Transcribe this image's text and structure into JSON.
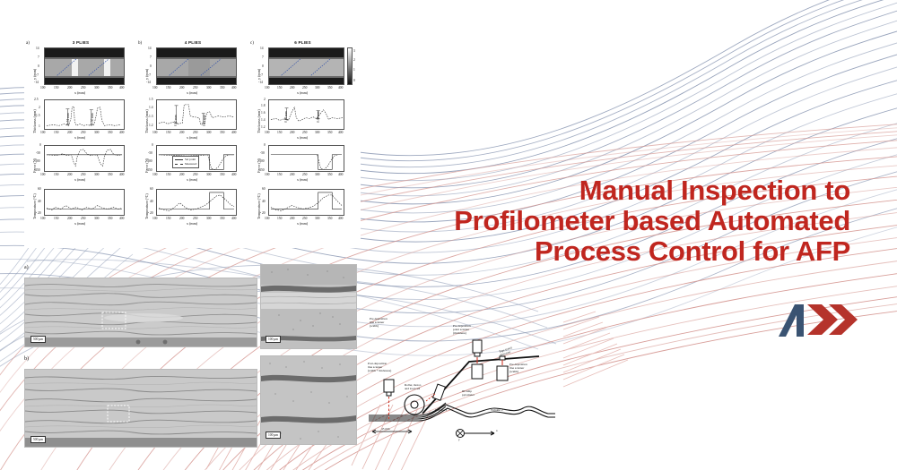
{
  "poster": {
    "title_lines": [
      "Manual Inspection to",
      "Profilometer based Automated",
      "Process Control for AFP"
    ],
    "title_color": "#C0261F",
    "logo_name": "afp-chevron-logo",
    "logo_colors": {
      "navy": "#3A5372",
      "red": "#B5332B"
    },
    "background": {
      "wave_top_color": "#8C99B4",
      "wave_bottom_color": "#D4948E",
      "page_color": "#FFFFFF"
    }
  },
  "figure_top": {
    "caption_letters": [
      "a)",
      "b)",
      "c)"
    ],
    "panel_titles": [
      "3 PLIES",
      "4 PLIES",
      "6 PLIES"
    ],
    "colorbar_ticks": [
      "3",
      "2",
      "1",
      "0"
    ],
    "rows": [
      {
        "row_name": "profilometer-map",
        "ylabel": "y (mm)",
        "xlabel": "x (mm)",
        "xticks": [
          "100",
          "150",
          "200",
          "250",
          "300",
          "350",
          "400"
        ],
        "yticks_by_panel": [
          [
            "14",
            "7",
            "0",
            "-7",
            "-14"
          ],
          [
            "14",
            "7",
            "0",
            "-7",
            "-14"
          ],
          [
            "14",
            "7",
            "0",
            "-7",
            "-14"
          ]
        ]
      },
      {
        "row_name": "thickness-plot",
        "ylabel": "Thickness (mm)",
        "xlabel": "x (mm)",
        "xticks": [
          "100",
          "150",
          "200",
          "250",
          "300",
          "350",
          "400"
        ],
        "yticks_by_panel": [
          [
            "2.5",
            "2",
            "1.5",
            "1"
          ],
          [
            "1.5",
            "1.4",
            "1.3",
            "1.2"
          ],
          [
            "2",
            "1.8",
            "1.6",
            "1.4",
            "1.2"
          ]
        ],
        "annotations_by_panel": [
          [
            "1.51 mm",
            "1.30 mm"
          ],
          [
            "0.30 mm",
            "0.14 mm"
          ],
          [
            "0.19 mm",
            "0.08 mm"
          ]
        ]
      },
      {
        "row_name": "force-plot",
        "ylabel": "Force (N)",
        "xlabel": "x (mm)",
        "xticks": [
          "100",
          "150",
          "200",
          "250",
          "300",
          "350",
          "400"
        ],
        "yticks_by_panel": [
          [
            "0",
            "-50",
            "-100",
            "-150"
          ],
          [
            "0",
            "-50",
            "-100",
            "-150"
          ],
          [
            "0",
            "-50",
            "-100",
            "-150"
          ]
        ],
        "legend": [
          "Set point",
          "Measured"
        ],
        "legend_panel_index": 1
      },
      {
        "row_name": "temperature-plot",
        "ylabel": "Temperature (°C)",
        "xlabel": "x (mm)",
        "xticks": [
          "100",
          "150",
          "200",
          "250",
          "300",
          "350",
          "400"
        ],
        "yticks_by_panel": [
          [
            "60",
            "40",
            "20"
          ],
          [
            "60",
            "40",
            "20"
          ],
          [
            "60",
            "40",
            "20"
          ]
        ]
      }
    ]
  },
  "micrographs": {
    "wide": [
      {
        "letter": "a)",
        "scale_label": "500 µm"
      },
      {
        "letter": "b)",
        "scale_label": "500 µm"
      }
    ],
    "detail": [
      {
        "scale_label": "100 µm"
      },
      {
        "scale_label": "100 µm"
      }
    ]
  },
  "schematic": {
    "labels": [
      "Pre-deposition\nline scanner\n(width)",
      "Post-deposition\nline scanner\n(width + thickness)",
      "Roller, motor,\nand load cell",
      "Pre-deposition\npoint scanner\n(thickness)",
      "Pre-deposition\nline scanner\n(width)",
      "IR lamp\npyrometer",
      "Tape travel\ndirection",
      "Wrinkle 1",
      "Wrinkle 2",
      "45 mm"
    ],
    "axes": {
      "x": "x",
      "y": "y"
    }
  }
}
